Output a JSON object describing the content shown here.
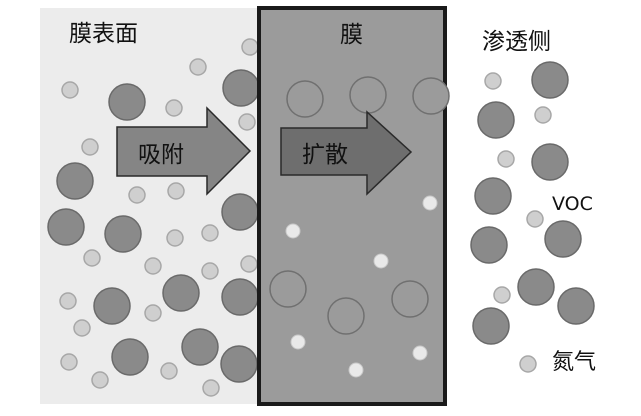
{
  "labels": {
    "membrane_surface": "膜表面",
    "membrane": "膜",
    "permeate_side": "渗透侧",
    "adsorption": "吸附",
    "diffusion": "扩散",
    "voc": "VOC",
    "nitrogen": "氮气"
  },
  "colors": {
    "surface_bg": "#ececec",
    "membrane_bg": "#9b9b9b",
    "membrane_border": "#1a1a1a",
    "arrow_fill": "#858585",
    "arrow_fill_inner": "#6e6e6e",
    "voc_fill": "#8a8a8a",
    "voc_stroke": "#6a6a6a",
    "n2_fill": "#cfcfcf",
    "n2_stroke": "#a7a7a7",
    "n2_in_membrane": "#e9e9e9",
    "voc_in_membrane": "#9b9b9b"
  }
}
